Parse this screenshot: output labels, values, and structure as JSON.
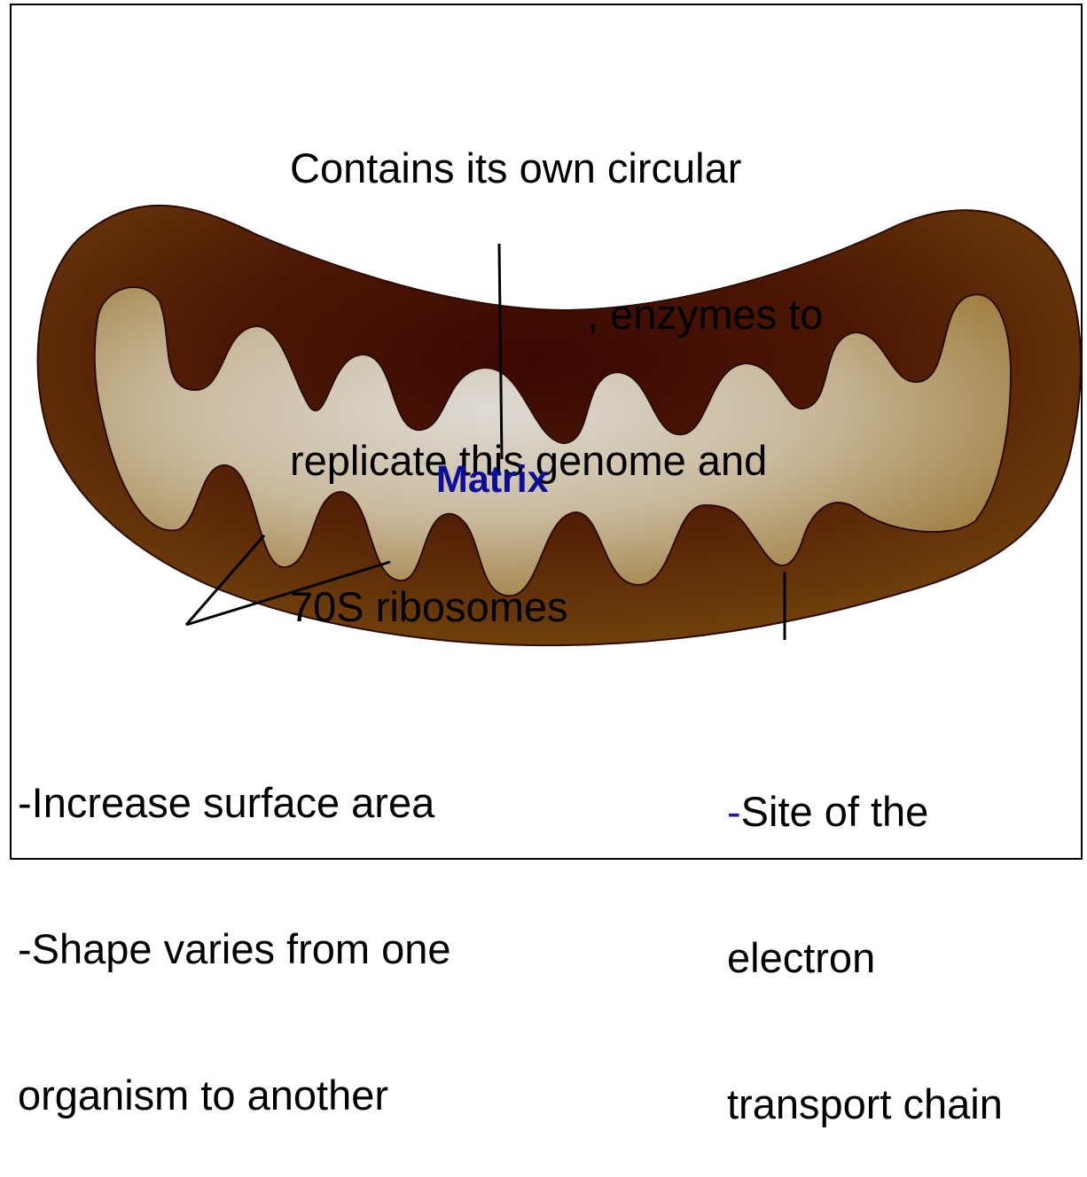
{
  "labels": {
    "matrix": "Matrix",
    "dna_note": {
      "line1": "Contains its own circular",
      "line2": ", enzymes to",
      "line3": "replicate this genome and",
      "line4": "70S ribosomes"
    },
    "cristae_note": {
      "line1": "-Increase surface area",
      "line2": "-Shape varies from one",
      "line3": "organism to another"
    },
    "etc_note": {
      "dash": "-",
      "line1": "Site of the",
      "line2": "electron",
      "line3": "transport chain"
    }
  },
  "colors": {
    "outer_membrane_dark": "#3a0b02",
    "outer_membrane_light": "#7a4a0c",
    "matrix_center": "#dcd9d2",
    "matrix_edge": "#9c7838",
    "matrix_label": "#0d0d9a",
    "etc_dash": "#1a1ab0"
  }
}
